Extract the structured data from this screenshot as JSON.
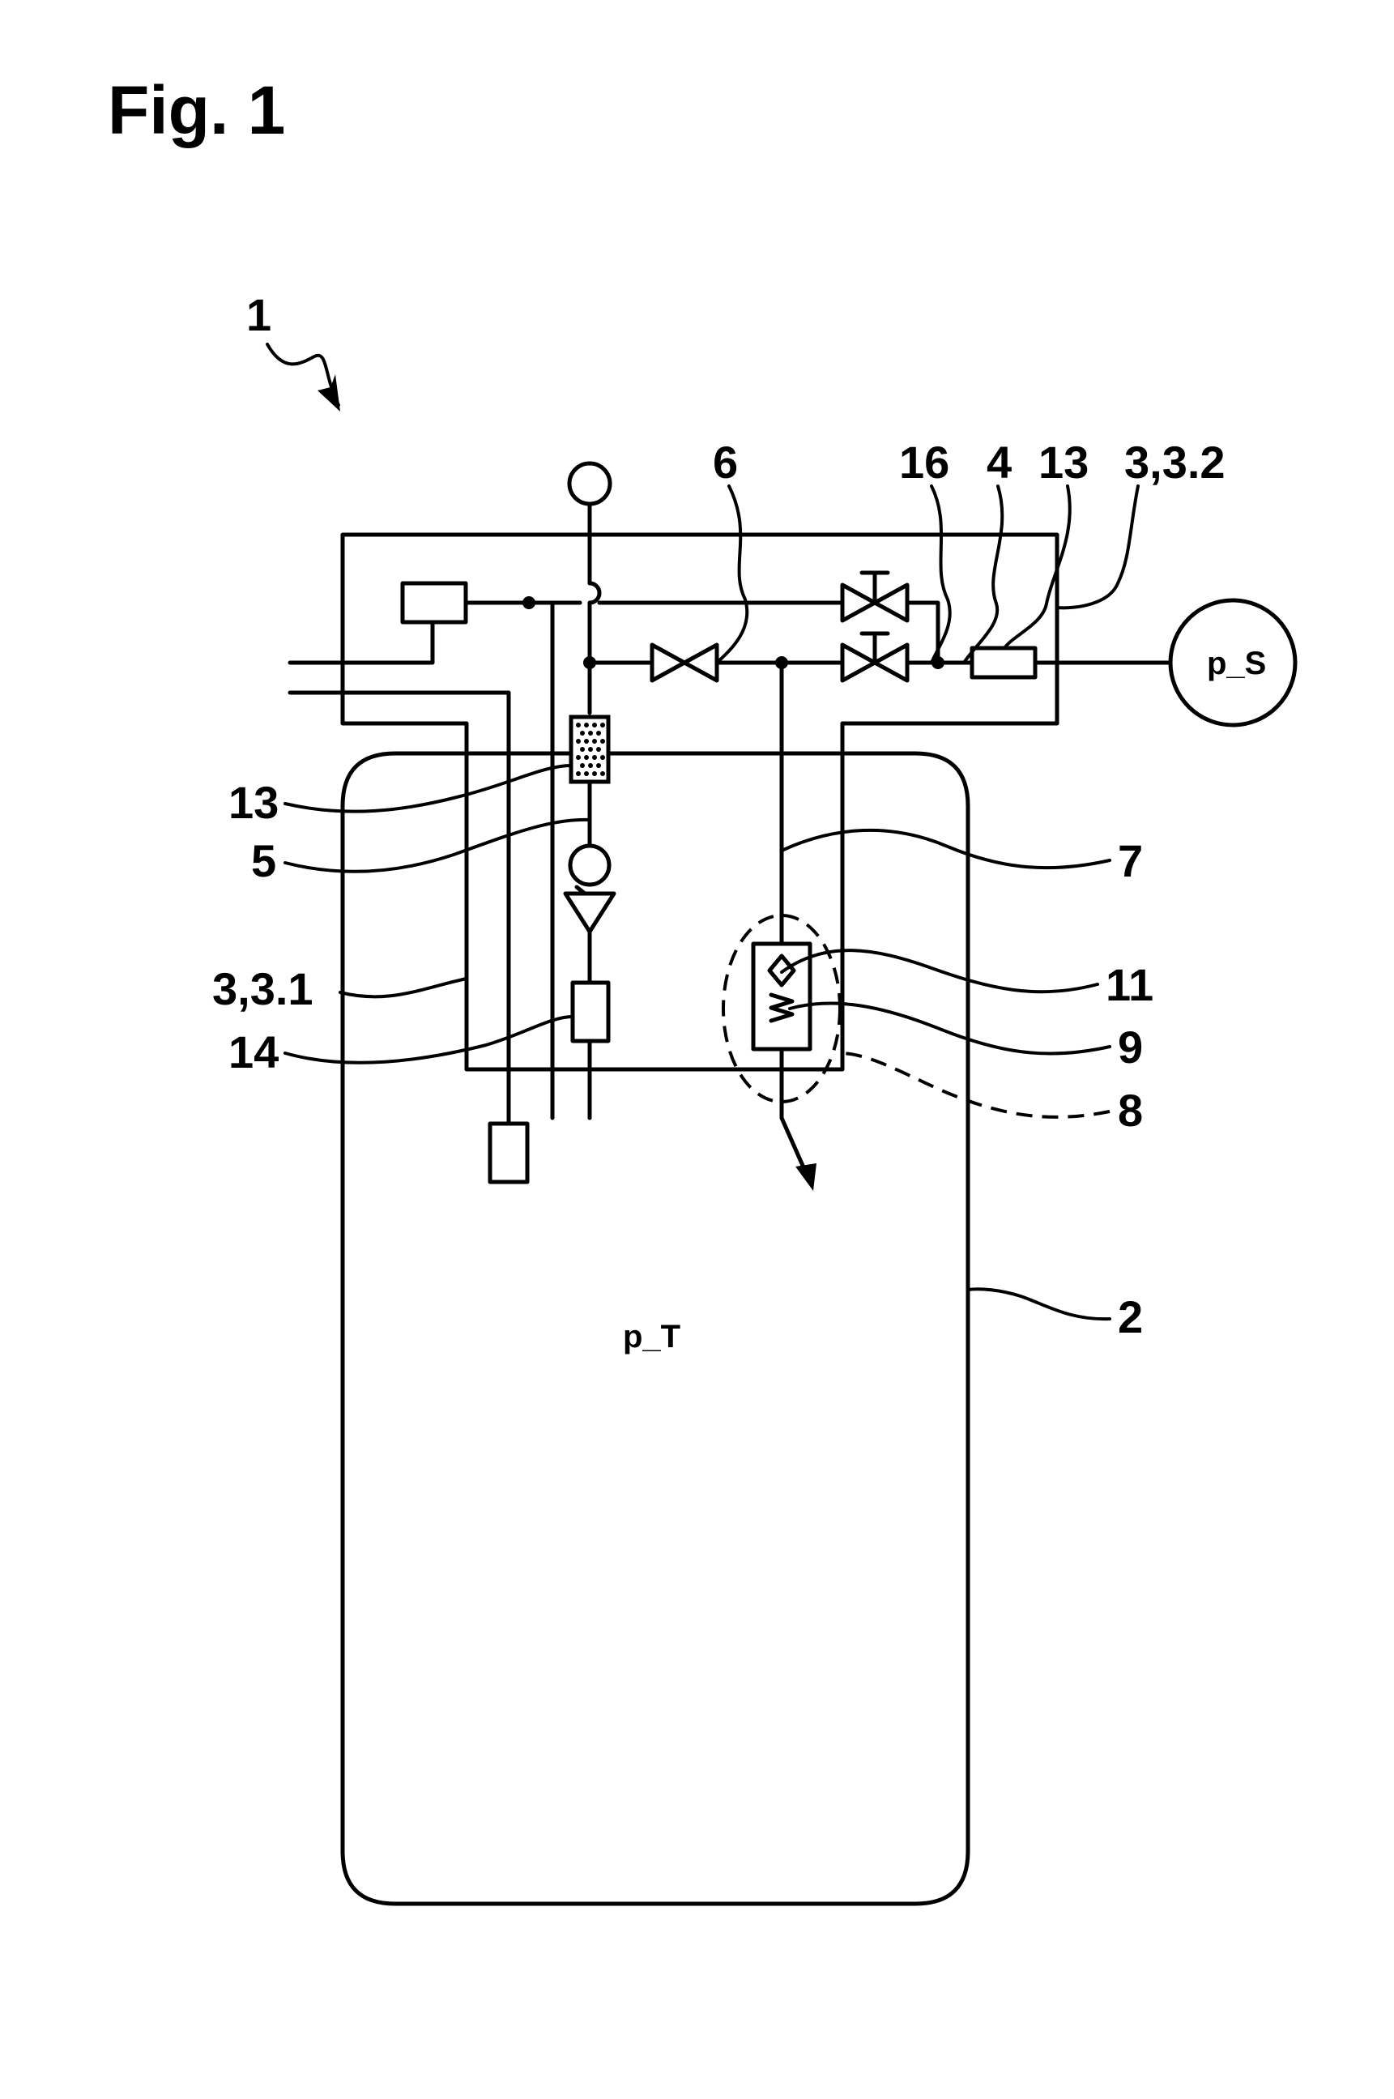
{
  "figure": {
    "title": "Fig. 1",
    "labels": {
      "system": "1",
      "valve_6": "6",
      "line_16": "16",
      "line_4": "4",
      "filter_13_top": "13",
      "housing_3_3_2": "3,3.2",
      "filter_13_left": "13",
      "line_5": "5",
      "housing_3_3_1": "3,3.1",
      "element_14": "14",
      "line_7": "7",
      "check_11": "11",
      "spring_9": "9",
      "region_8": "8",
      "tank_2": "2"
    },
    "pressure_supply": "p_S",
    "pressure_tank": "p_T"
  }
}
